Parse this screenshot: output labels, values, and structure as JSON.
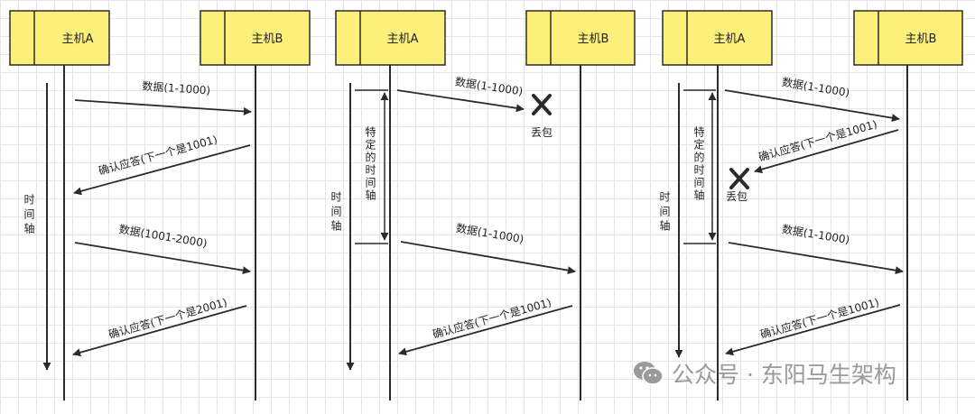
{
  "diagrams": [
    {
      "host_a": "主机A",
      "host_b": "主机B",
      "time_axis": "时间轴",
      "messages": [
        "数据(1-1000)",
        "确认应答(下一个是1001)",
        "数据(1001-2000)",
        "确认应答(下一个是2001)"
      ]
    },
    {
      "host_a": "主机A",
      "host_b": "主机B",
      "time_axis": "时间轴",
      "timeout_label": "特定的时间轴",
      "loss_label": "丢包",
      "messages": [
        "数据(1-1000)",
        "数据(1-1000)",
        "确认应答(下一个是1001)"
      ]
    },
    {
      "host_a": "主机A",
      "host_b": "主机B",
      "time_axis": "时间轴",
      "timeout_label": "特定的时间轴",
      "loss_label": "丢包",
      "messages": [
        "数据(1-1000)",
        "确认应答(下一个是1001)",
        "数据(1-1000)",
        "确认应答(下一个是1001)"
      ]
    }
  ],
  "watermark": {
    "text": "公众号 · 东阳马生架构",
    "icon": "wechat-icon"
  },
  "colors": {
    "host_fill": "#fdf07a",
    "line": "#2b2b2b",
    "watermark": "#9a9a9a"
  }
}
